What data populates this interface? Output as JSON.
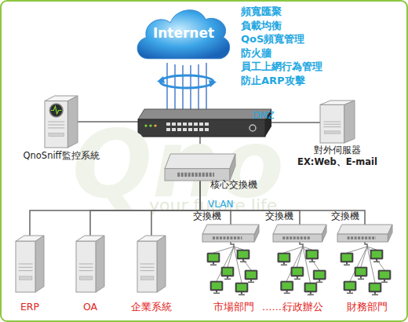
{
  "diagram": {
    "nodes": [
      {
        "text": [
          "Internet"
        ]
      },
      {
        "text": [
          "QnoSniff監控系統"
        ]
      },
      {
        "text": [
          "對外伺服器",
          "EX:Web、E-mail"
        ]
      },
      {
        "text": [
          "核心交換機"
        ]
      },
      {
        "text": [
          "交換機"
        ]
      },
      {
        "text": [
          "交換機"
        ]
      },
      {
        "text": [
          "交換機"
        ]
      },
      {
        "text": [
          "ERP"
        ]
      },
      {
        "text": [
          "OA"
        ]
      },
      {
        "text": [
          "企業系統"
        ]
      },
      {
        "text": [
          "市場部門"
        ]
      },
      {
        "text": [
          "行政辦公"
        ]
      },
      {
        "text": [
          "財務部門"
        ]
      }
    ],
    "edges": [
      {
        "from": 3,
        "to": 4,
        "arrow": "none"
      },
      {
        "from": 3,
        "to": 5,
        "arrow": "none"
      },
      {
        "from": 3,
        "to": 6,
        "arrow": "none"
      },
      {
        "from": 3,
        "to": 7,
        "arrow": "none"
      },
      {
        "from": 3,
        "to": 8,
        "arrow": "none"
      },
      {
        "from": 3,
        "to": 9,
        "arrow": "none"
      },
      {
        "from": 4,
        "to": 10,
        "arrow": "none"
      },
      {
        "from": 5,
        "to": 11,
        "arrow": "none"
      },
      {
        "from": 6,
        "to": 12,
        "arrow": "none"
      }
    ],
    "labels": [
      "頻寬匯聚",
      "負載均衡",
      "QoS頻寬管理",
      "防火牆",
      "員工上網行為管理",
      "防止ARP攻擊",
      "DMZ",
      "VLAN",
      "………",
      "Qno",
      "your future life"
    ]
  }
}
